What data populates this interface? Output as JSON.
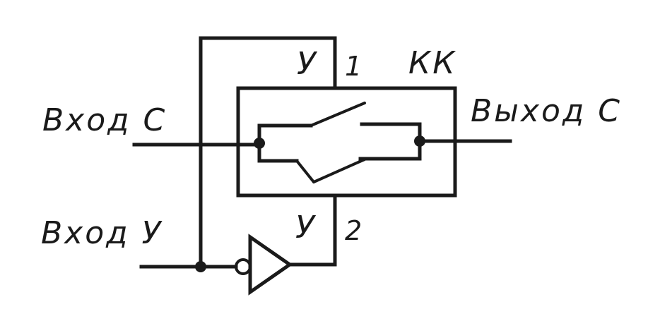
{
  "labels": {
    "input_c": "Вход С",
    "output_c": "Выход С",
    "input_y": "Вход У",
    "control_top": "У",
    "terminal_1": "1",
    "switch_name": "КК",
    "control_bottom": "У",
    "terminal_2": "2"
  },
  "colors": {
    "ink": "#1a1a1a",
    "background": "#ffffff"
  }
}
